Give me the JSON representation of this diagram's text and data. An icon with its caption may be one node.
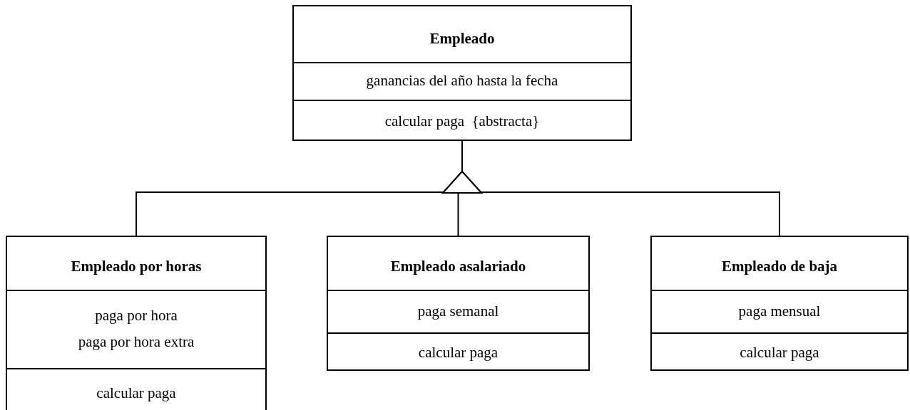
{
  "diagram": {
    "nodes": [
      {
        "text": [
          "Empleado",
          "ganancias del año hasta la fecha",
          "calcular paga  {abstracta}"
        ]
      },
      {
        "text": [
          "Empleado por horas",
          "paga por hora",
          "paga por hora extra",
          "calcular paga"
        ]
      },
      {
        "text": [
          "Empleado asalariado",
          "paga semanal",
          "calcular paga"
        ]
      },
      {
        "text": [
          "Empleado de baja",
          "paga mensual",
          "calcular paga"
        ]
      }
    ],
    "edges": [
      {
        "from": 1,
        "to": 0,
        "arrow": "to"
      },
      {
        "from": 2,
        "to": 0,
        "arrow": "to"
      },
      {
        "from": 3,
        "to": 0,
        "arrow": "to"
      }
    ]
  }
}
